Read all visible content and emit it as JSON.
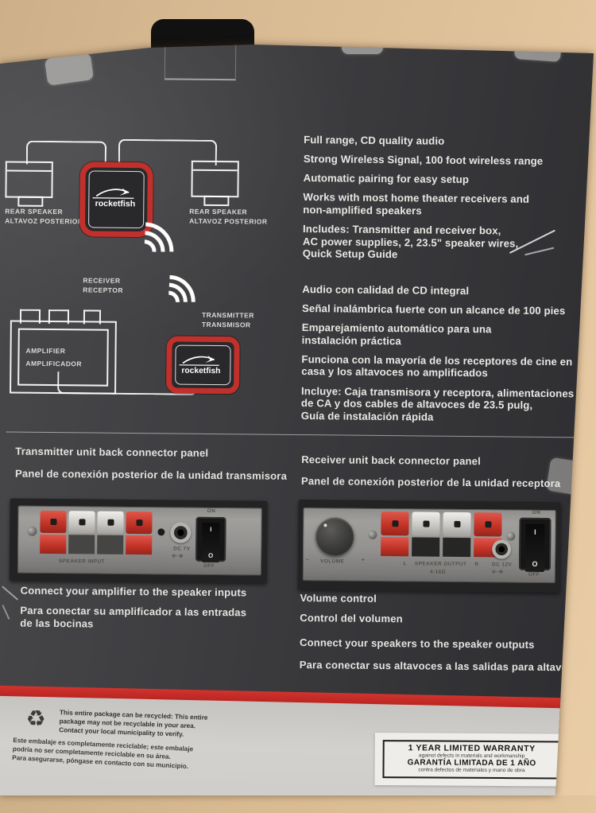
{
  "brand": {
    "logo": "rocketfish"
  },
  "diagram": {
    "rear_speaker_left": "REAR SPEAKER\nALTAVOZ POSTERIOR",
    "receiver": "RECEIVER\nRECEPTOR",
    "rear_speaker_right": "REAR SPEAKER\nALTAVOZ POSTERIOR",
    "transmitter": "TRANSMITTER\nTRANSMISOR",
    "amplifier": "AMPLIFIER\nAMPLIFICADOR"
  },
  "features_en": [
    "Full range, CD quality audio",
    "Strong Wireless Signal, 100 foot wireless range",
    "Automatic pairing for easy setup",
    "Works with most home theater receivers and\nnon-amplified speakers",
    "Includes: Transmitter and receiver box,\nAC power supplies, 2, 23.5\" speaker wires,\nQuick Setup Guide"
  ],
  "features_es": [
    "Audio con calidad de CD integral",
    "Señal inalámbrica fuerte con un alcance de 100 pies",
    "Emparejamiento automático para una\ninstalación práctica",
    "Funciona con la mayoría de los receptores de cine en\ncasa y los altavoces no amplificados",
    "Incluye: Caja transmisora y receptora, alimentaciones\nde CA y dos cables de altavoces de 23.5 pulg,\nGuía de instalación rápida"
  ],
  "transmitter_section": {
    "title_en": "Transmitter unit back connector panel",
    "title_es": "Panel de conexión posterior de la unidad transmisora",
    "caption_en": "Connect your amplifier to the speaker inputs",
    "caption_es": "Para conectar su amplificador a las entradas\nde las bocinas",
    "panel": {
      "speaker_label": "SPEAKER INPUT",
      "dc": "DC 7V",
      "polarity": "⊖–⊕",
      "on": "ON",
      "off": "OFF",
      "sw_on": "I",
      "sw_off": "O"
    }
  },
  "receiver_section": {
    "title_en": "Receiver unit back connector panel",
    "title_es": "Panel de conexión posterior de la unidad receptora",
    "caption_volume_en": "Volume control",
    "caption_volume_es": "Control del volumen",
    "caption_speakers_en": "Connect your speakers to the speaker outputs",
    "caption_speakers_es": "Para conectar sus altavoces a las salidas para altavoces",
    "panel": {
      "volume": "VOLUME",
      "minus": "–",
      "plus": "+",
      "left_ch": "L",
      "speaker_label": "SPEAKER OUTPUT",
      "right_ch": "R",
      "impedance": "4-16Ω",
      "dc": "DC 12V",
      "polarity": "⊖–⊕",
      "on": "ON",
      "off": "OFF",
      "sw_on": "I",
      "sw_off": "O"
    }
  },
  "footer": {
    "recycle_en": "This entire package can be recycled: This entire\npackage may not be recyclable in your area.\nContact your local municipality to verify.",
    "recycle_es": "Este embalaje es completamente reciclable; este embalaje\npodría no ser completamente reciclable en su área.\nPara asegurarse, póngase en contacto con su municipio.",
    "recycle_icon": "♻",
    "warranty_line1": "1 YEAR LIMITED WARRANTY",
    "warranty_line2": "against defects in materials and workmanship",
    "warranty_line3": "GARANTÍA LIMITADA DE 1 AÑO",
    "warranty_line4": "contra defectos de materiales y mano de obra"
  },
  "colors": {
    "accent_red": "#c2302c",
    "box_dark": "#3a3a3d",
    "table_tan": "#d9b990"
  }
}
